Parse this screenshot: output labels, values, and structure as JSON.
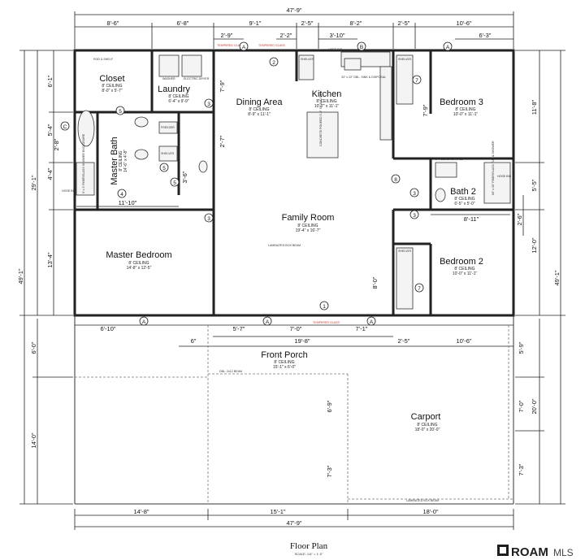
{
  "dims": {
    "overall_width": "47'-9\"",
    "top_row": [
      "8'-6\"",
      "6'-8\"",
      "9'-1\"",
      "2'-5\"",
      "8'-2\"",
      "2'-5\"",
      "10'-6\""
    ],
    "top_sub": [
      "2'-9\"",
      "2'-2\"",
      "3'-10\"",
      "6'-3\""
    ],
    "left_outer": [
      "29'-1\"",
      "49'-1\"",
      "6'-0\"",
      "14'-0\""
    ],
    "left_inner": [
      "6'-1\"",
      "5'-4\"",
      "2'-8\"",
      "4'-4\"",
      "13'-4\""
    ],
    "right_outer": [
      "11'-8\"",
      "5'-5\"",
      "12'-0\"",
      "49'-1\"",
      "5'-9\"",
      "20'-0\"",
      "7'-0\"",
      "7'-3\""
    ],
    "right_inner": [
      "2'-6\""
    ],
    "interior": [
      "7'-9\"",
      "2'-7\"",
      "3'-6\"",
      "11'-10\"",
      "7'-9\"",
      "8'-11\"",
      "8'-0\"",
      "6'-9\"",
      "7'-3\""
    ],
    "porch_row": [
      "6'-10\"",
      "5'-7\"",
      "7'-0\"",
      "7'-1\"",
      "6\"",
      "19'-8\"",
      "2'-5\"",
      "10'-6\""
    ],
    "bottom_row": [
      "14'-8\"",
      "15'-1\"",
      "18'-0\""
    ]
  },
  "rooms": {
    "closet": {
      "name": "Closet",
      "ceiling": "8' CEILING",
      "size": "8'-0\" x 5'-7\""
    },
    "laundry": {
      "name": "Laundry",
      "ceiling": "8' CEILING",
      "size": "6'-4\" x 9'-9\""
    },
    "dining": {
      "name": "Dining Area",
      "ceiling": "8' CEILING",
      "size": "8'-9\" x 11'-1\""
    },
    "kitchen": {
      "name": "Kitchen",
      "ceiling": "8' CEILING",
      "size": "10'-7\" x 11'-1\""
    },
    "bed3": {
      "name": "Bedroom 3",
      "ceiling": "8' CEILING",
      "size": "10'-0\" x 11'-1\""
    },
    "mbath": {
      "name": "Master Bath",
      "ceiling": "8' CEILING",
      "size": "14'-6\" x 4'-8\""
    },
    "bath2": {
      "name": "Bath 2",
      "ceiling": "8' CEILING",
      "size": "6'-5\" x 5'-0\""
    },
    "family": {
      "name": "Family Room",
      "ceiling": "8' CEILING",
      "size": "19'-4\" x 16'-7\""
    },
    "mbed": {
      "name": "Master Bedroom",
      "ceiling": "8' CEILING",
      "size": "14'-8\" x 12'-5\""
    },
    "bed2": {
      "name": "Bedroom 2",
      "ceiling": "8' CEILING",
      "size": "10'-0\" x 11'-1\""
    },
    "porch": {
      "name": "Front Porch",
      "ceiling": "8' CEILING",
      "size": "15'-1\" x 6'-0\""
    },
    "carport": {
      "name": "Carport",
      "ceiling": "8' CEILING",
      "size": "18'-0\" x 20'-0\""
    }
  },
  "notes": {
    "tempered": "TEMPERED GLASS",
    "shelves": "SHELVES",
    "rod_shelf": "ROD & SHELF",
    "washer": "WASHER",
    "dryer": "ELECTRIC DRYER",
    "freezer": "FREEZER",
    "hose_bib": "HOSE BIB",
    "sink": "33\" x 22\" DBL. SINK & DISPOSAL",
    "island": "CONCRETE POURED 3'-0\" ISLAND TOP",
    "plumbing_wall": "6\" PLUMBING WALL",
    "laminated_beam": "LAMINATED BOX BEAM",
    "tub": "60\" x 30\" FIBERGLASS TUB & SHOWER",
    "shower": "5' x 3' FIBERGLASS SHOWER ENCLOSURE",
    "dbl_beam": "DBL. 2x12 BEAM"
  },
  "tags": [
    "A",
    "B",
    "C",
    "1",
    "2",
    "3",
    "4",
    "5",
    "7",
    "8"
  ],
  "caption": {
    "title": "Floor Plan",
    "scale": "SCALE: 1/4\" = 1'-0\""
  },
  "logo": {
    "word": "ROAM",
    "suffix": "MLS"
  }
}
